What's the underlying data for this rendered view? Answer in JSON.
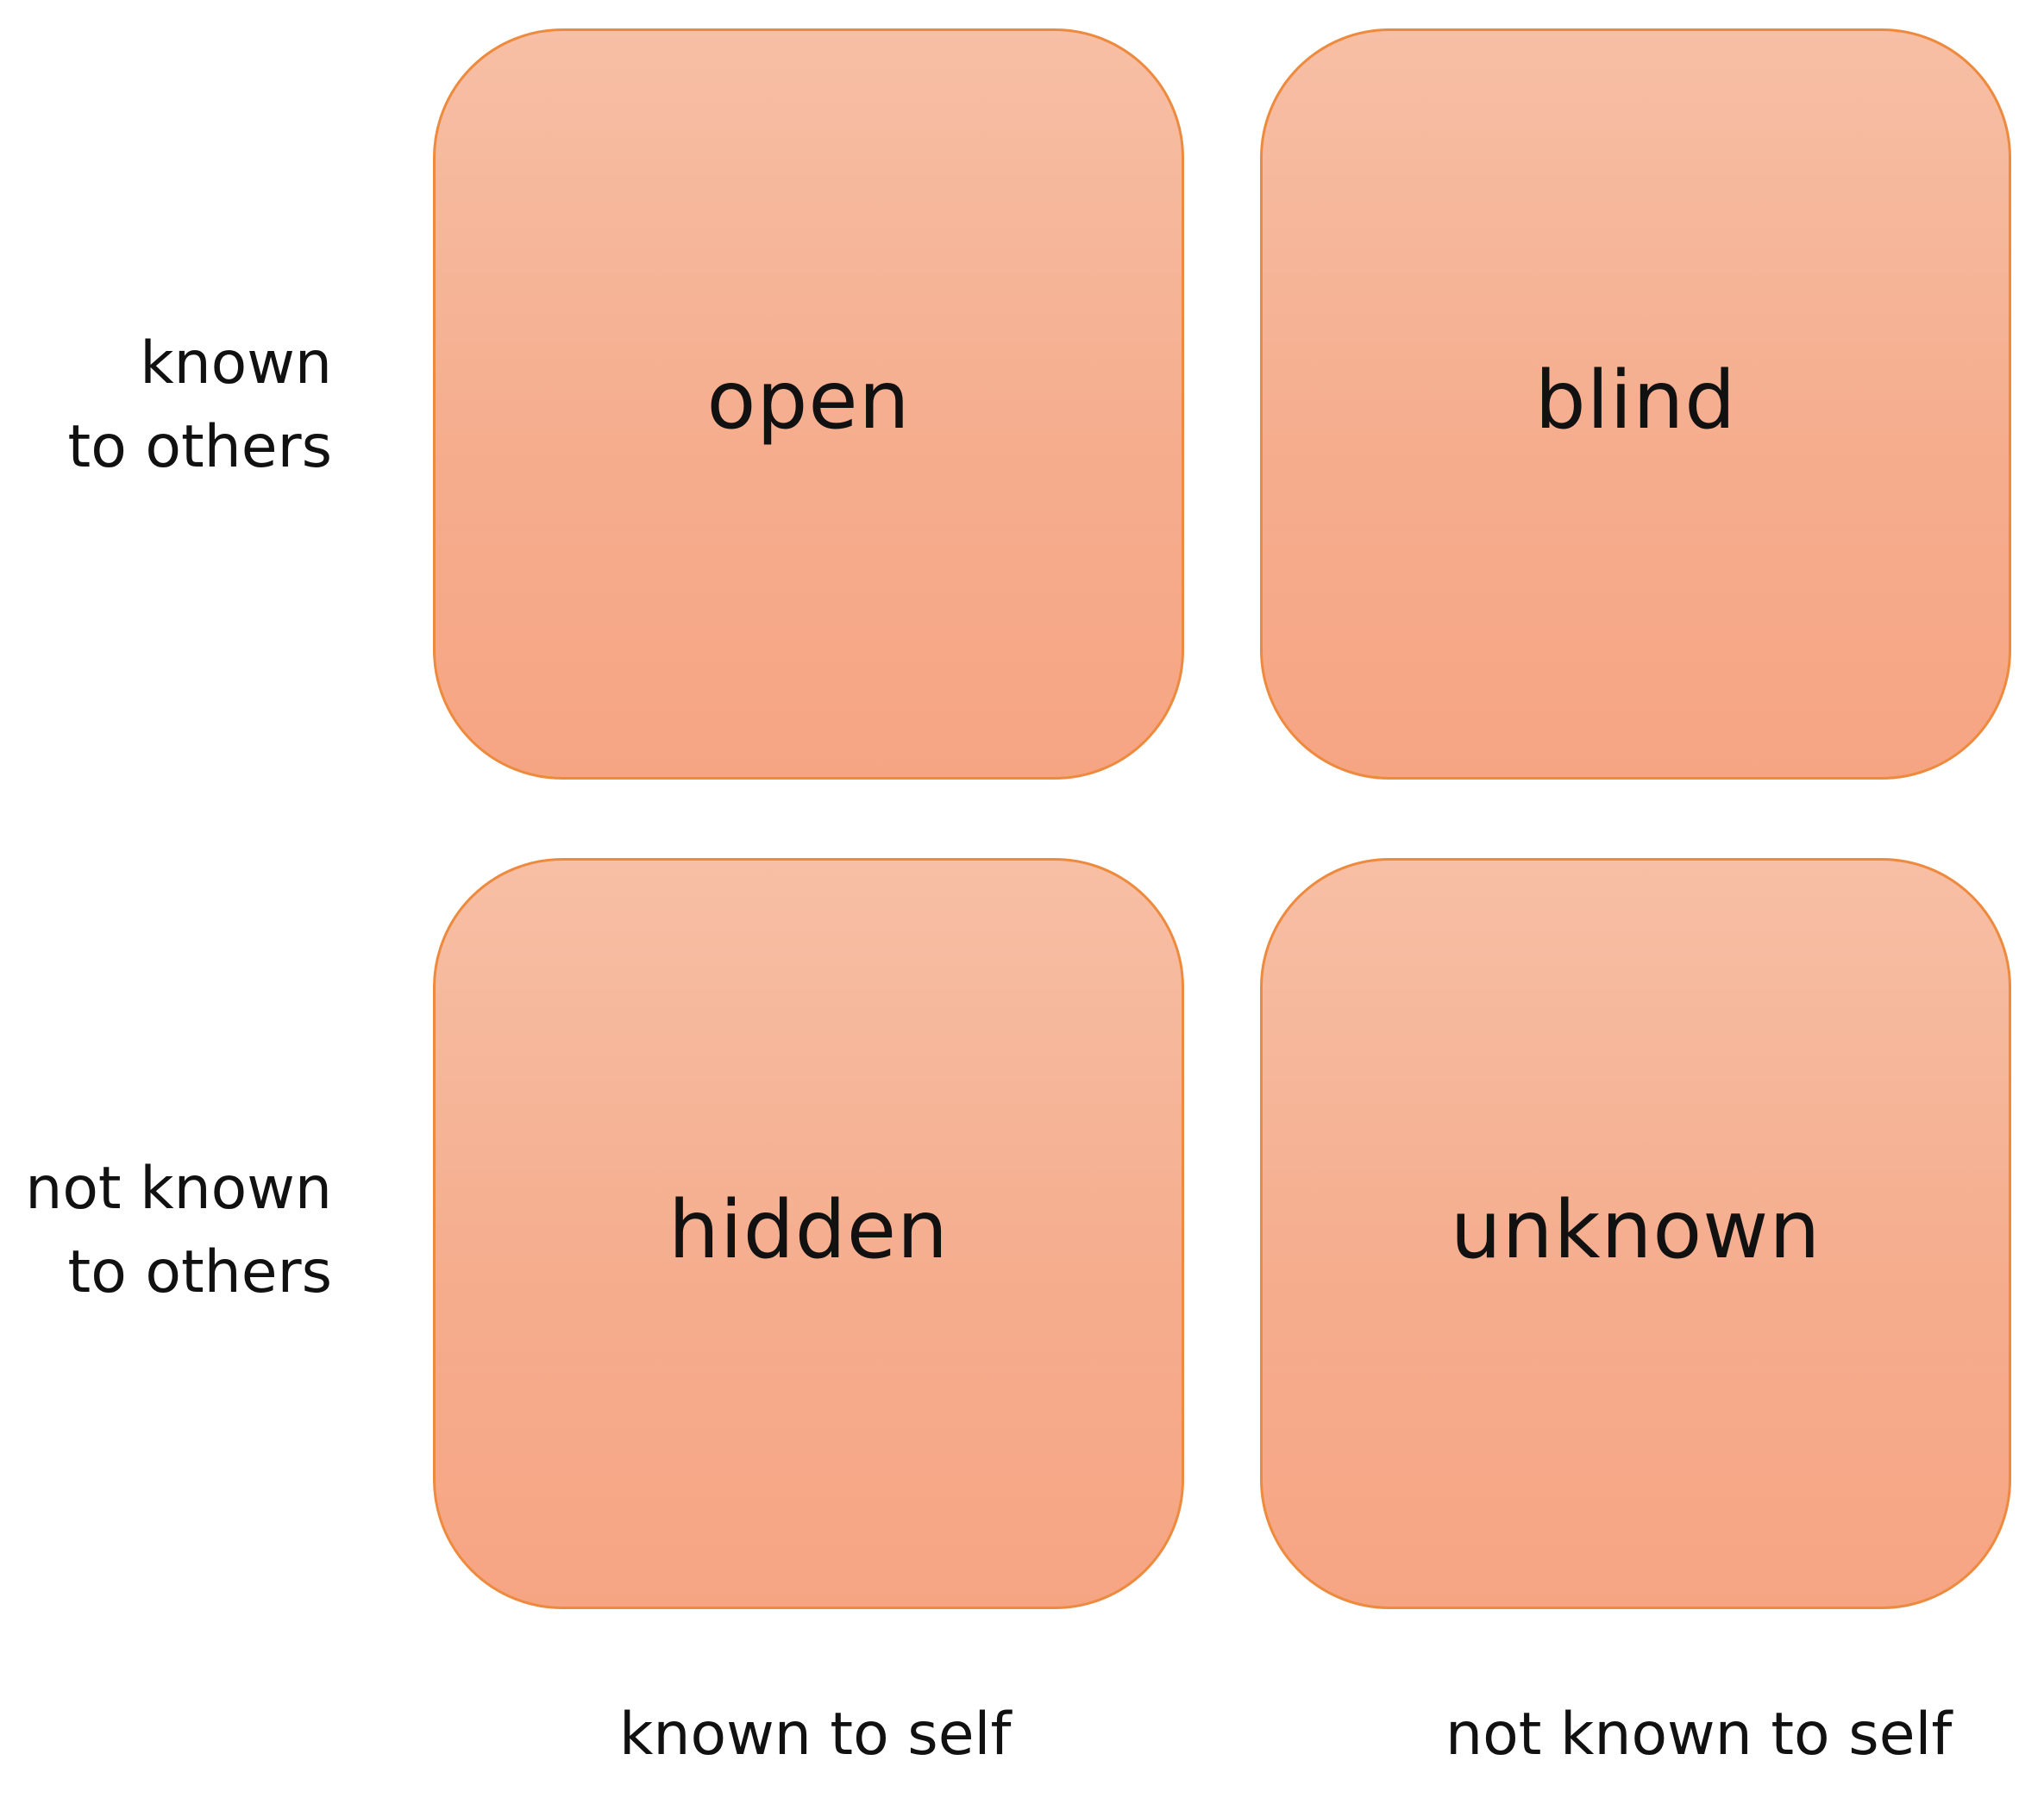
{
  "quadrants": {
    "top_left": "open",
    "top_right": "blind",
    "bottom_left": "hidden",
    "bottom_right": "unknown"
  },
  "row_labels": {
    "top": {
      "line1": "known",
      "line2": "to others"
    },
    "bottom": {
      "line1": "not known",
      "line2": "to others"
    }
  },
  "column_labels": {
    "left": "known to self",
    "right": "not known to self"
  },
  "colors": {
    "box_fill_top": "#f7bfa5",
    "box_fill_bottom": "#f6a583",
    "box_border": "#ee8a3e",
    "text": "#111111"
  }
}
